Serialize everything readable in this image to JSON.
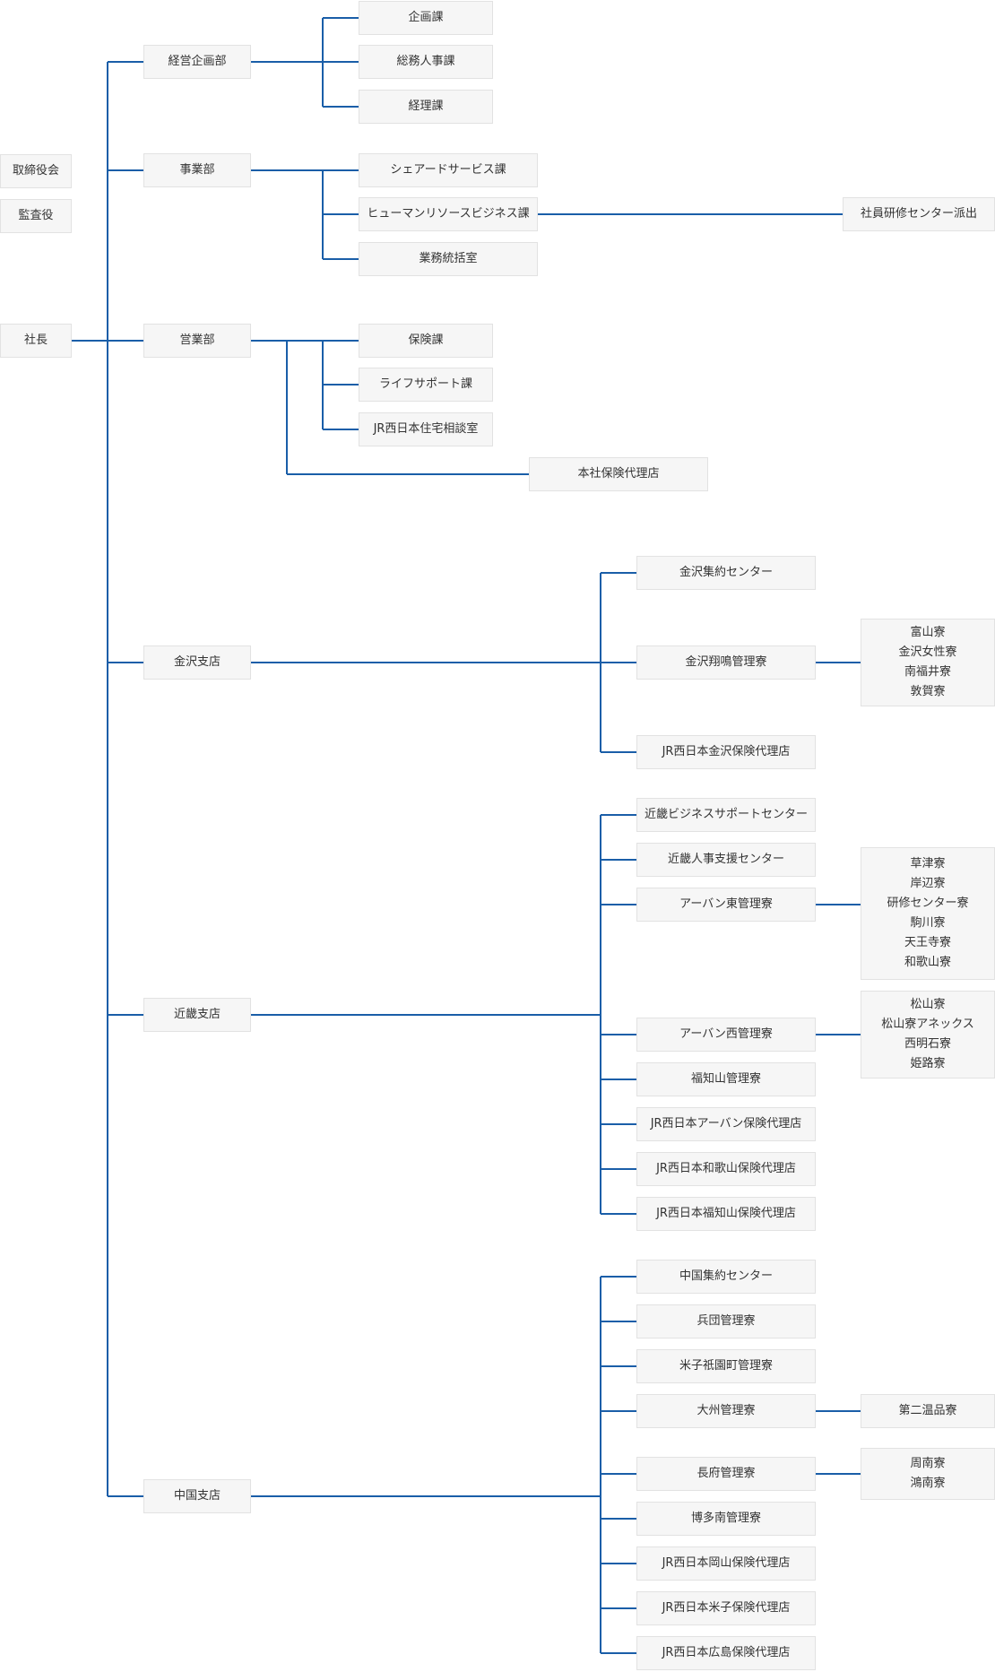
{
  "colors": {
    "line": "#1a5ea8",
    "box_bg": "#f6f6f6",
    "box_border": "#e2e2e2",
    "text": "#333333"
  },
  "nodes": {
    "board": [
      "取締役会"
    ],
    "audit": [
      "監査役"
    ],
    "president": [
      "社長"
    ],
    "keiei": [
      "経営企画部"
    ],
    "kikaku": [
      "企画課"
    ],
    "somu": [
      "総務人事課"
    ],
    "keiri": [
      "経理課"
    ],
    "jigyo": [
      "事業部"
    ],
    "shared": [
      "シェアードサービス課"
    ],
    "hr_business": [
      "ヒューマンリソースビジネス課"
    ],
    "gyomu": [
      "業務統括室"
    ],
    "training": [
      "社員研修センター派出"
    ],
    "eigyo": [
      "営業部"
    ],
    "hoken": [
      "保険課"
    ],
    "lifesupport": [
      "ライフサポート課"
    ],
    "jutaku": [
      "JR西日本住宅相談室"
    ],
    "honsha_agency": [
      "本社保険代理店"
    ],
    "kanazawa": [
      "金沢支店"
    ],
    "kz_center": [
      "金沢集約センター"
    ],
    "kz_shomei": [
      "金沢翔鳴管理寮"
    ],
    "kz_dorms": [
      "富山寮",
      "金沢女性寮",
      "南福井寮",
      "敦賀寮"
    ],
    "kz_agency": [
      "JR西日本金沢保険代理店"
    ],
    "kinki": [
      "近畿支店"
    ],
    "kk_bsc": [
      "近畿ビジネスサポートセンター"
    ],
    "kk_hr": [
      "近畿人事支援センター"
    ],
    "kk_east": [
      "アーバン東管理寮"
    ],
    "kk_east_dorms": [
      "草津寮",
      "岸辺寮",
      "研修センター寮",
      "駒川寮",
      "天王寺寮",
      "和歌山寮"
    ],
    "kk_west": [
      "アーバン西管理寮"
    ],
    "kk_west_dorms": [
      "松山寮",
      "松山寮アネックス",
      "西明石寮",
      "姫路寮"
    ],
    "kk_fukuchiyama": [
      "福知山管理寮"
    ],
    "kk_ag_urban": [
      "JR西日本アーバン保険代理店"
    ],
    "kk_ag_wakayama": [
      "JR西日本和歌山保険代理店"
    ],
    "kk_ag_fukuchiyama": [
      "JR西日本福知山保険代理店"
    ],
    "chugoku": [
      "中国支店"
    ],
    "cg_center": [
      "中国集約センター"
    ],
    "cg_hyodan": [
      "兵団管理寮"
    ],
    "cg_yonago": [
      "米子祇園町管理寮"
    ],
    "cg_oshu": [
      "大州管理寮"
    ],
    "cg_oshu_dorm": [
      "第二温品寮"
    ],
    "cg_chofu": [
      "長府管理寮"
    ],
    "cg_chofu_dorms": [
      "周南寮",
      "鴻南寮"
    ],
    "cg_hakata": [
      "博多南管理寮"
    ],
    "cg_ag_okayama": [
      "JR西日本岡山保険代理店"
    ],
    "cg_ag_yonago": [
      "JR西日本米子保険代理店"
    ],
    "cg_ag_hiroshima": [
      "JR西日本広島保険代理店"
    ]
  }
}
